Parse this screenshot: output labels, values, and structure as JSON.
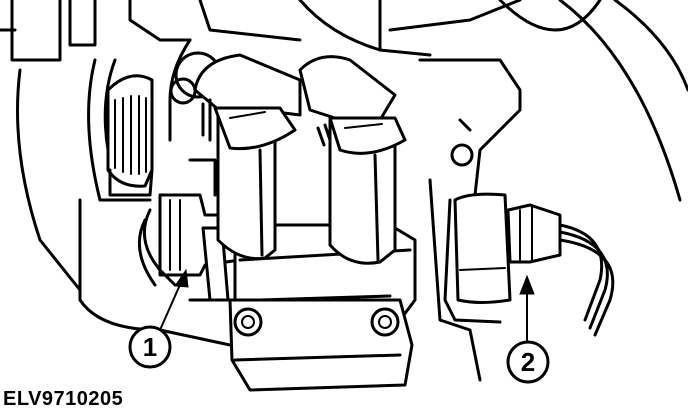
{
  "figure": {
    "reference_code": "ELV9710205",
    "callouts": [
      {
        "number": "1"
      },
      {
        "number": "2"
      }
    ]
  },
  "colors": {
    "ink": "#000000",
    "paper": "#ffffff"
  }
}
